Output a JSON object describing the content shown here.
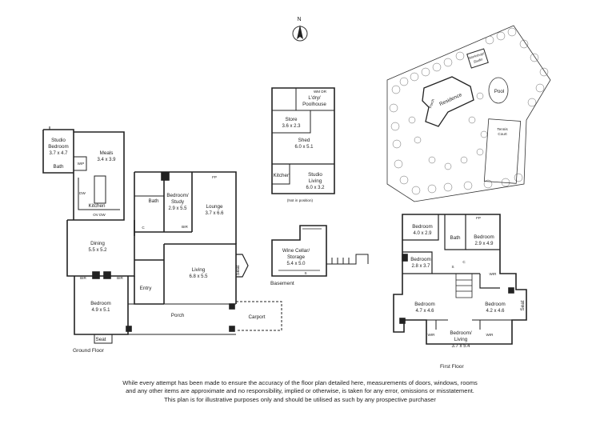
{
  "compass": {
    "north": "N"
  },
  "ground_floor": {
    "label": "Ground Floor",
    "rooms": {
      "studio_bedroom": {
        "name1": "Studio",
        "name2": "Bedroom",
        "size": "3.7 x 4.7"
      },
      "meals": {
        "name": "Meals",
        "size": "3.4 x 3.9"
      },
      "wip": "WIP",
      "bath_studio": "Bath",
      "dw": "DW",
      "kitchen": "Kitchen",
      "ov_dw": "OV DW",
      "bath": "Bath",
      "bedroom_study": {
        "name1": "Bedroom/",
        "name2": "Study",
        "size": "2.9 x 5.5"
      },
      "bir": "BIR",
      "lounge": {
        "name": "Lounge",
        "size": "3.7 x 6.6"
      },
      "fp": "FP",
      "c": "C",
      "dining": {
        "name": "Dining",
        "size": "5.5 x 5.2"
      },
      "living": {
        "name": "Living",
        "size": "6.8 x 5.5"
      },
      "seat_living": "Seat",
      "entry": "Entry",
      "bedroom_main": {
        "name": "Bedroom",
        "size": "4.9 x 5.1"
      },
      "bir_left": "BIR",
      "bir_right": "BIR",
      "porch": "Porch",
      "carport": "Carport",
      "seat_porch": "Seat"
    }
  },
  "outbuilding": {
    "rooms": {
      "wm_dr": "WM DR",
      "ldry": {
        "name1": "L'dry/",
        "name2": "Poolhouse"
      },
      "store": {
        "name": "Store",
        "size": "3.6 x 2.3"
      },
      "shed": {
        "name": "Shed",
        "size": "6.0 x 5.1"
      },
      "kitchen": "Kitchen",
      "studio_living": {
        "name1": "Studio",
        "name2": "Living",
        "size": "6.0 x 3.2"
      },
      "not_in_position": "(Not in position)"
    }
  },
  "basement": {
    "label": "Basement",
    "room": {
      "name1": "Wine Cellar/",
      "name2": "Storage",
      "size": "5.4 x 5.0"
    },
    "s": "S"
  },
  "site_plan": {
    "residence": "Residence",
    "porch": "Porch",
    "pool": "Pool",
    "tennis": {
      "line1": "Tennis",
      "line2": "Court"
    },
    "workshop": {
      "line1": "Workshop/",
      "line2": "Studio"
    }
  },
  "first_floor": {
    "label": "First Floor",
    "rooms": {
      "bedroom_a": {
        "name": "Bedroom",
        "size": "4.0 x 2.9"
      },
      "bath": "Bath",
      "bedroom_b": {
        "name": "Bedroom",
        "size": "2.9 x 4.9"
      },
      "bedroom_c": {
        "name": "Bedroom",
        "size": "2.8 x 3.7"
      },
      "wir_right": "WIR",
      "bedroom_d": {
        "name": "Bedroom",
        "size": "4.7 x 4.6"
      },
      "bedroom_e": {
        "name": "Bedroom",
        "size": "4.2 x 4.6"
      },
      "seat": "Seat",
      "bedroom_living": {
        "name1": "Bedroom/",
        "name2": "Living",
        "size": "3.7 x 5.4"
      },
      "wir_left": "WIR",
      "wir_mid": "WIR",
      "c": "C",
      "s": "S",
      "fp": "FP"
    }
  },
  "disclaimer": [
    "While every attempt has been made to ensure the accuracy of the floor plan detailed here, measurements of doors, windows, rooms",
    "and any other items are approximate and no responsibility, implied or otherwise, is taken for any error, omissions or misstatement.",
    "This plan is for illustrative purposes only and should be utilised as such by any prospective purchaser"
  ]
}
